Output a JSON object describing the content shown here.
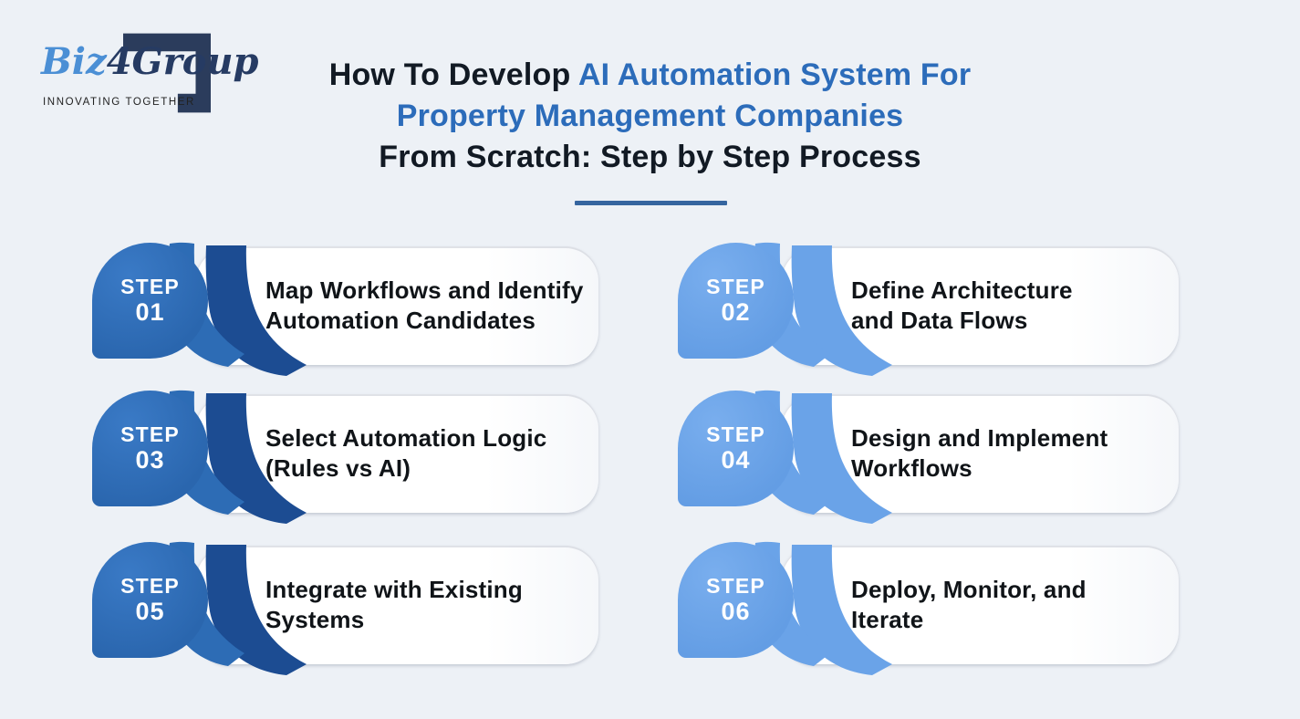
{
  "page": {
    "background": "#edf1f6"
  },
  "logo": {
    "name_part_blue": "Biz",
    "name_part_navy": "4Group",
    "tagline": "INNOVATING TOGETHER"
  },
  "title": {
    "line1_dark": "How To Develop ",
    "line1_blue": "AI Automation System For",
    "line2_blue": "Property Management Companies",
    "line3_dark": "From Scratch: Step by Step Process"
  },
  "colors": {
    "background": "#edf1f6",
    "medium_blue": "#2d6cb5",
    "dark_navy_blue": "#1c4c92",
    "light_blue": "#6aa3e8",
    "title_blue": "#2c6cba",
    "title_dark": "#121a24",
    "bar_text": "#101418",
    "logo_blue": "#4b8fd5",
    "logo_navy": "#263b63",
    "bracket_navy": "#2b3c5c",
    "underline_blue": "#35659f"
  },
  "steps": [
    {
      "label": "STEP",
      "number": "01",
      "theme": "dark",
      "title": "Map Workflows and Identify\nAutomation Candidates"
    },
    {
      "label": "STEP",
      "number": "02",
      "theme": "light",
      "title": "Define Architecture\nand Data Flows"
    },
    {
      "label": "STEP",
      "number": "03",
      "theme": "dark",
      "title": "Select Automation Logic\n(Rules vs AI)"
    },
    {
      "label": "STEP",
      "number": "04",
      "theme": "light",
      "title": "Design and Implement\nWorkflows"
    },
    {
      "label": "STEP",
      "number": "05",
      "theme": "dark",
      "title": "Integrate with Existing\nSystems"
    },
    {
      "label": "STEP",
      "number": "06",
      "theme": "light",
      "title": "Deploy, Monitor, and\nIterate"
    }
  ]
}
